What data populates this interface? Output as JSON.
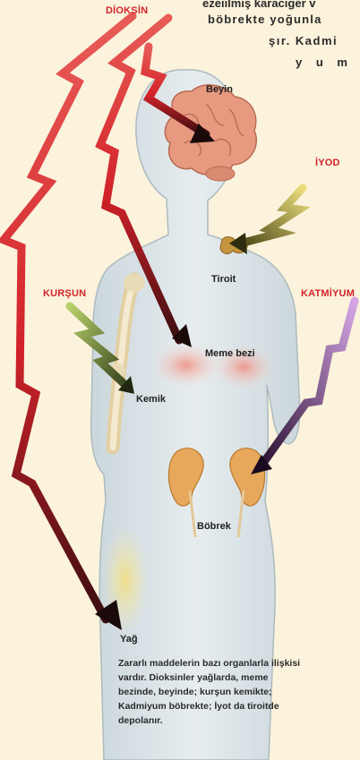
{
  "top_text": {
    "line1": "ezeıilmiş karaciğer v",
    "line2": "böbrekte yoğunla",
    "line3": "şır. Kadmi",
    "line4": "y u m"
  },
  "toxins": {
    "dioxin": "DİOKSİN",
    "iodine": "İYOD",
    "lead": "KURŞUN",
    "cadmium": "KATMİYUM"
  },
  "organs": {
    "brain": "Beyin",
    "thyroid": "Tiroit",
    "breast": "Meme bezi",
    "bone": "Kemik",
    "kidney": "Böbrek",
    "fat": "Yağ"
  },
  "caption": "Zararlı maddelerin bazı organlarla ilişkisi vardır. Dioksinler yağlarda, meme bezinde, beyinde; kurşun kemikte; Kadmiyum böbrekte; İyot da tiroitde depolanır.",
  "colors": {
    "background": "#fbf3dc",
    "dioxin_arrow": "#d3222a",
    "iodine_arrow": "#c8b43a",
    "lead_arrow": "#6f8a2a",
    "cadmium_arrow": "#7a2f86",
    "toxin_label": "#d3222a"
  }
}
